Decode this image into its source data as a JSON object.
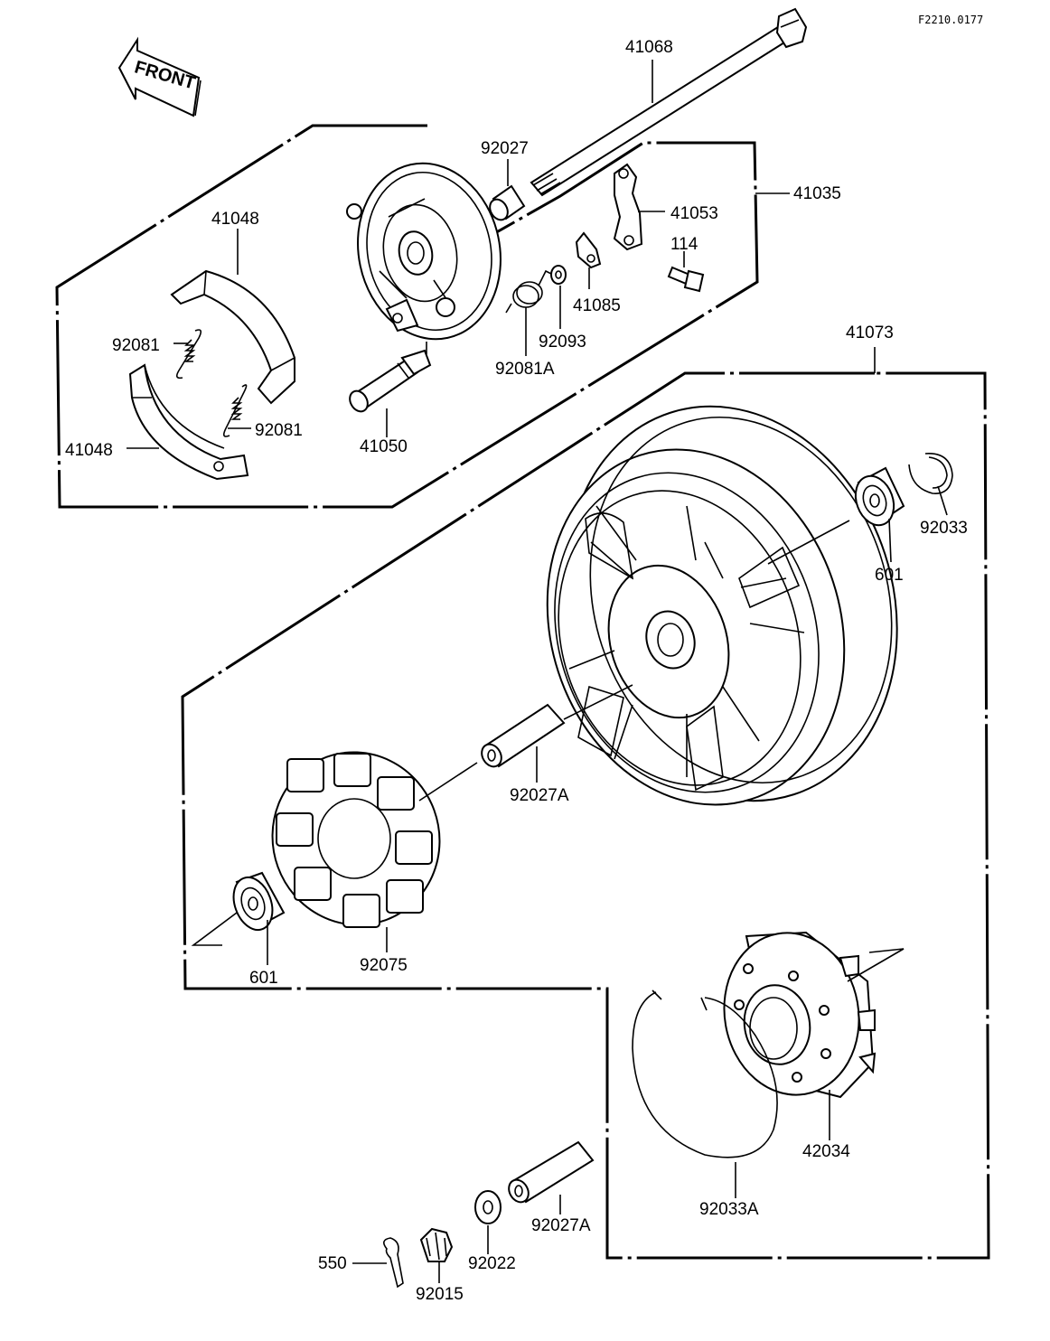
{
  "diagram": {
    "code": "F2210.0177",
    "front_label": "FRONT",
    "parts": [
      {
        "id": "p41068",
        "label": "41068"
      },
      {
        "id": "p92027",
        "label": "92027"
      },
      {
        "id": "p41035",
        "label": "41035"
      },
      {
        "id": "p41053",
        "label": "41053"
      },
      {
        "id": "p41048a",
        "label": "41048"
      },
      {
        "id": "p114",
        "label": "114"
      },
      {
        "id": "p41085",
        "label": "41085"
      },
      {
        "id": "p92093",
        "label": "92093"
      },
      {
        "id": "p92081a",
        "label": "92081"
      },
      {
        "id": "p92081A",
        "label": "92081A"
      },
      {
        "id": "p92081b",
        "label": "92081"
      },
      {
        "id": "p41050",
        "label": "41050"
      },
      {
        "id": "p41048b",
        "label": "41048"
      },
      {
        "id": "p41073",
        "label": "41073"
      },
      {
        "id": "p92033",
        "label": "92033"
      },
      {
        "id": "p601a",
        "label": "601"
      },
      {
        "id": "p92027A1",
        "label": "92027A"
      },
      {
        "id": "p601b",
        "label": "601"
      },
      {
        "id": "p92075",
        "label": "92075"
      },
      {
        "id": "p42034",
        "label": "42034"
      },
      {
        "id": "p92033A",
        "label": "92033A"
      },
      {
        "id": "p92027A2",
        "label": "92027A"
      },
      {
        "id": "p550",
        "label": "550"
      },
      {
        "id": "p92022",
        "label": "92022"
      },
      {
        "id": "p92015",
        "label": "92015"
      }
    ]
  }
}
